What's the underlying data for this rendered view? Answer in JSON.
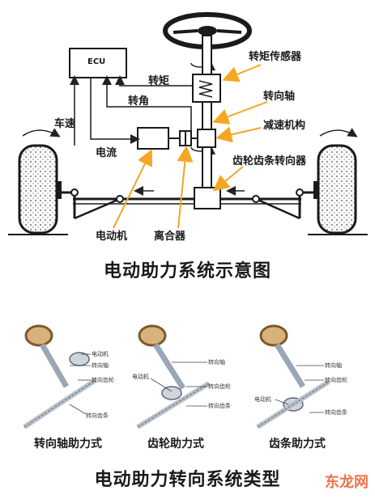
{
  "top_diagram": {
    "ecu": "ECU",
    "labels": {
      "torque_sensor": "转矩传感器",
      "torque": "转矩",
      "steering_shaft": "转向轴",
      "angle": "转角",
      "speed": "车速",
      "reducer": "减速机构",
      "current": "电流",
      "rack_gear": "齿轮齿条转向器",
      "motor": "电动机",
      "clutch": "离合器"
    },
    "title": "电动助力系统示意图"
  },
  "bottom_diagram": {
    "panels": [
      {
        "caption": "转向轴助力式",
        "parts": [
          "电动机",
          "转向轴",
          "转向齿轮",
          "转向齿条"
        ]
      },
      {
        "caption": "齿轮助力式",
        "parts": [
          "转向轴",
          "电动机",
          "转向齿轮",
          "转向齿条"
        ]
      },
      {
        "caption": "齿条助力式",
        "parts": [
          "转向轴",
          "转向齿轮",
          "电动机",
          "转向齿条"
        ]
      }
    ],
    "title": "电动助力转向系统类型"
  },
  "watermark": "东龙网"
}
